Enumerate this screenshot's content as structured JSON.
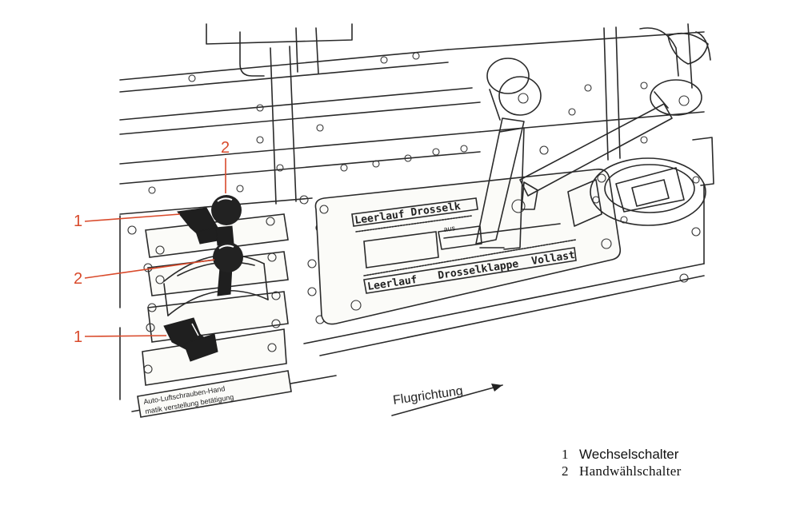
{
  "callouts": [
    {
      "number": "1"
    },
    {
      "number": "2"
    },
    {
      "number": "2"
    },
    {
      "number": "1"
    }
  ],
  "throttle_plates": {
    "top_left": "Leerlauf",
    "top_right": "Drosselk",
    "bottom_left": "Leerlauf",
    "bottom_mid": "Drosselklappe",
    "bottom_right": "Vollast",
    "small_label": "aus"
  },
  "switch_placard": {
    "line1": "Auto-Luftschrauben-Hand",
    "line2": "matik  verstellung  betätigung"
  },
  "direction_label": "Flugrichtung",
  "legend": [
    {
      "number": "1",
      "text": "Wechselschalter"
    },
    {
      "number": "2",
      "text": "Handwählschalter"
    }
  ],
  "colors": {
    "callout": "#d94a2b",
    "ink": "#2a2a2a",
    "background": "#ffffff"
  }
}
